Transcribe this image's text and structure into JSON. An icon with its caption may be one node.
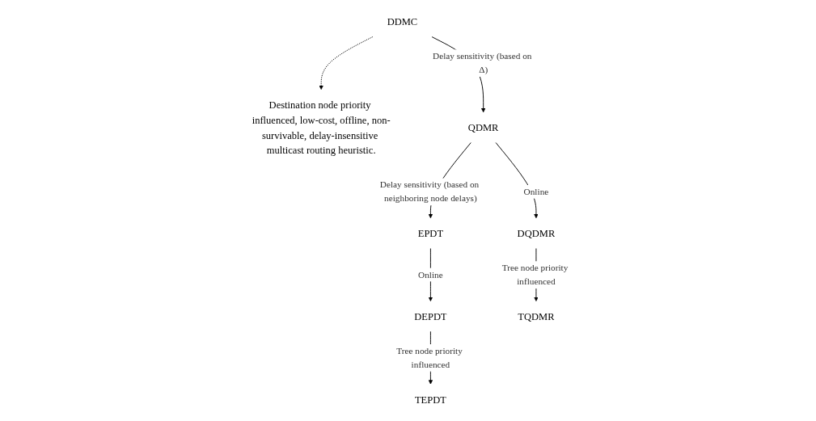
{
  "diagram": {
    "nodes": [
      {
        "text": [
          "DDMC"
        ]
      },
      {
        "text": [
          "Destination node priority influenced, low-cost, offline, non-survivable, delay-insensitive multicast routing heuristic."
        ]
      },
      {
        "text": [
          "QDMR"
        ]
      },
      {
        "text": [
          "EPDT"
        ]
      },
      {
        "text": [
          "DQDMR"
        ]
      },
      {
        "text": [
          "DEPDT"
        ]
      },
      {
        "text": [
          "TQDMR"
        ]
      },
      {
        "text": [
          "TEPDT"
        ]
      }
    ],
    "edges": [
      {
        "from": 0,
        "to": 1,
        "arrow": "to",
        "style": "dashed"
      },
      {
        "from": 0,
        "to": 2,
        "arrow": "to",
        "label": "Delay sensitivity (based on Δ)"
      },
      {
        "from": 2,
        "to": 3,
        "arrow": "to",
        "label": "Delay sensitivity (based on neighboring node delays)"
      },
      {
        "from": 2,
        "to": 4,
        "arrow": "to",
        "label": "Online"
      },
      {
        "from": 3,
        "to": 5,
        "arrow": "to",
        "label": "Online"
      },
      {
        "from": 4,
        "to": 6,
        "arrow": "to",
        "label": "Tree node priority influenced"
      },
      {
        "from": 5,
        "to": 7,
        "arrow": "to",
        "label": "Tree node priority influenced"
      }
    ]
  }
}
